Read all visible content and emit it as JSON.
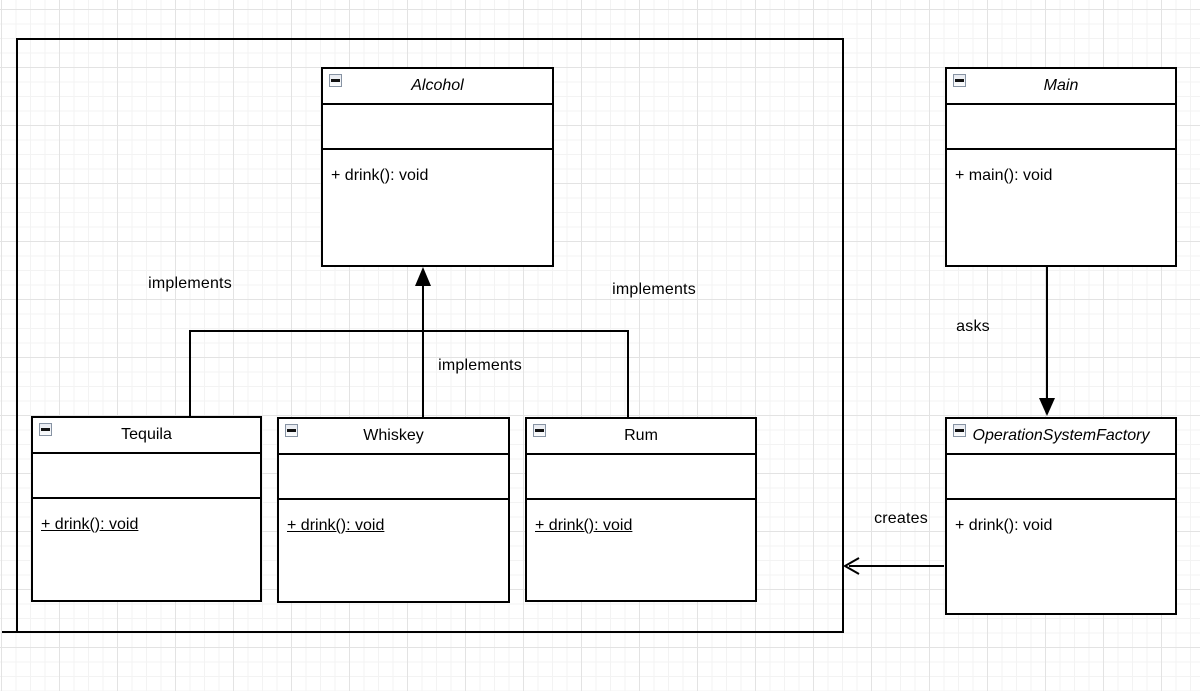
{
  "diagram": {
    "type": "uml-class-diagram",
    "classes": [
      {
        "id": "alcohol",
        "name": "Alcohol",
        "name_italic": true,
        "attributes": [],
        "method": "+ drink(): void",
        "method_underlined": false
      },
      {
        "id": "main",
        "name": "Main",
        "name_italic": true,
        "attributes": [],
        "method": "+ main(): void",
        "method_underlined": false
      },
      {
        "id": "tequila",
        "name": "Tequila",
        "name_italic": false,
        "attributes": [],
        "method": "+ drink(): void",
        "method_underlined": true
      },
      {
        "id": "whiskey",
        "name": "Whiskey",
        "name_italic": false,
        "attributes": [],
        "method": "+ drink(): void",
        "method_underlined": true
      },
      {
        "id": "rum",
        "name": "Rum",
        "name_italic": false,
        "attributes": [],
        "method": "+ drink(): void",
        "method_underlined": true
      },
      {
        "id": "factory",
        "name": "OperationSystemFactory",
        "name_italic": true,
        "attributes": [],
        "method": "+ drink(): void",
        "method_underlined": false
      }
    ],
    "edges": [
      {
        "from": "Tequila",
        "to": "Alcohol",
        "label": "implements",
        "arrow": "filled-triangle"
      },
      {
        "from": "Whiskey",
        "to": "Alcohol",
        "label": "implements",
        "arrow": "filled-triangle"
      },
      {
        "from": "Rum",
        "to": "Alcohol",
        "label": "implements",
        "arrow": "filled-triangle"
      },
      {
        "from": "Main",
        "to": "OperationSystemFactory",
        "label": "asks",
        "arrow": "filled-triangle"
      },
      {
        "from": "OperationSystemFactory",
        "to": "group-container",
        "label": "creates",
        "arrow": "open"
      }
    ],
    "labels": {
      "implements_left": "implements",
      "implements_middle": "implements",
      "implements_right": "implements",
      "asks": "asks",
      "creates": "creates"
    },
    "icons": {
      "collapse": "minus-icon"
    },
    "colors": {
      "stroke": "#000000",
      "background": "#ffffff",
      "grid_minor": "#f3f3f3",
      "grid_major": "#e3e3e3",
      "collapse_border": "#8793a3"
    }
  }
}
